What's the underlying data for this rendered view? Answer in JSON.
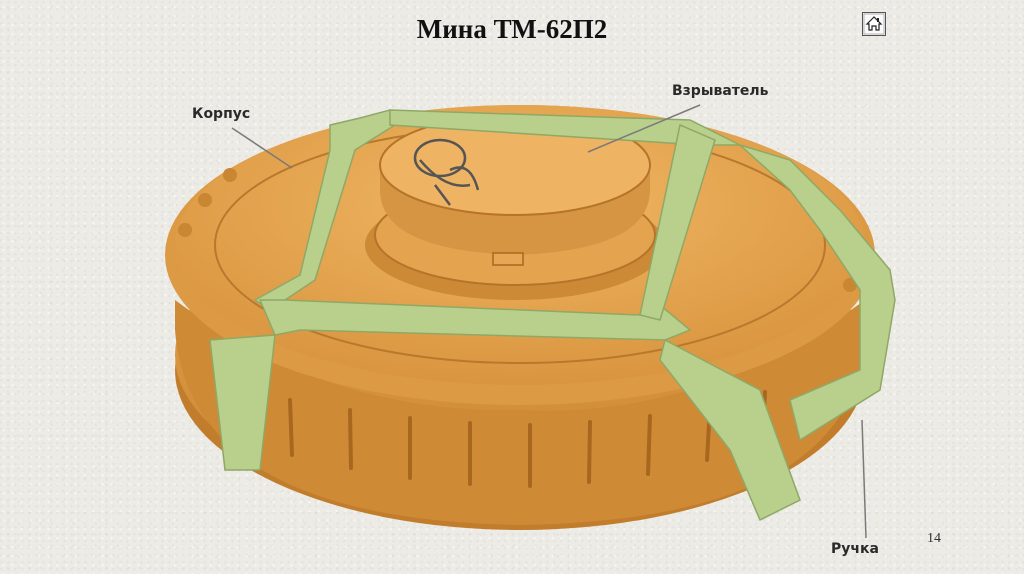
{
  "slide": {
    "title": "Мина ТМ-62П2",
    "page_number": "14"
  },
  "labels": {
    "body": "Корпус",
    "fuse": "Взрыватель",
    "handle": "Ручка"
  },
  "icons": {
    "home": "home-icon"
  },
  "colors": {
    "mine_body": "#e3a04a",
    "mine_shadow": "#b9782c",
    "strap": "#b9cf8c",
    "strap_shadow": "#8fa866"
  }
}
